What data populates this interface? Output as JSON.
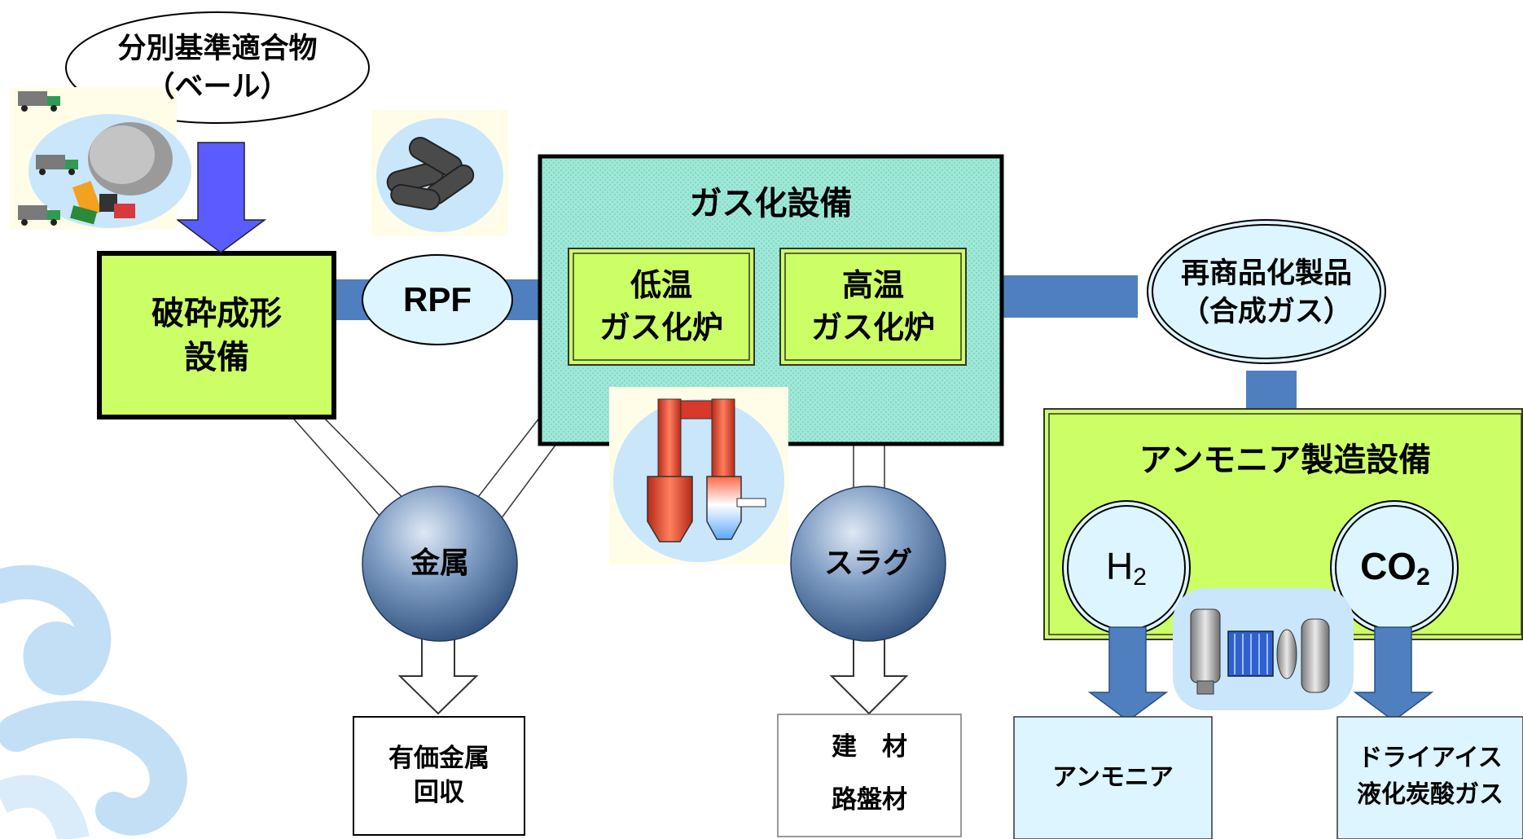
{
  "input": {
    "label": "分別基準適合物\n（ベール）"
  },
  "crusher": {
    "label": "破砕成形\n設備"
  },
  "rpf": {
    "label": "RPF"
  },
  "gasification": {
    "title": "ガス化設備",
    "low_temp": "低温\nガス化炉",
    "high_temp": "高温\nガス化炉"
  },
  "product": {
    "label": "再商品化製品\n（合成ガス）"
  },
  "ammonia_plant": {
    "title": "アンモニア製造設備",
    "h2": "H",
    "h2_sub": "2",
    "co2": "CO",
    "co2_sub": "2"
  },
  "byproducts": {
    "metal": "金属",
    "slag": "スラグ"
  },
  "outputs": {
    "metal_recovery": "有価金属\n回収",
    "building_material": "建　材",
    "roadbed_material": "路盤材",
    "ammonia": "アンモニア",
    "dry_ice": "ドライアイス\n液化炭酸ガス"
  },
  "colors": {
    "pipe_blue": "#4f7fbf",
    "lime_green": "#ccff66",
    "teal": "#99e6d6",
    "light_cyan": "#ddf5ff",
    "arrow_purple": "#5a5cff"
  }
}
